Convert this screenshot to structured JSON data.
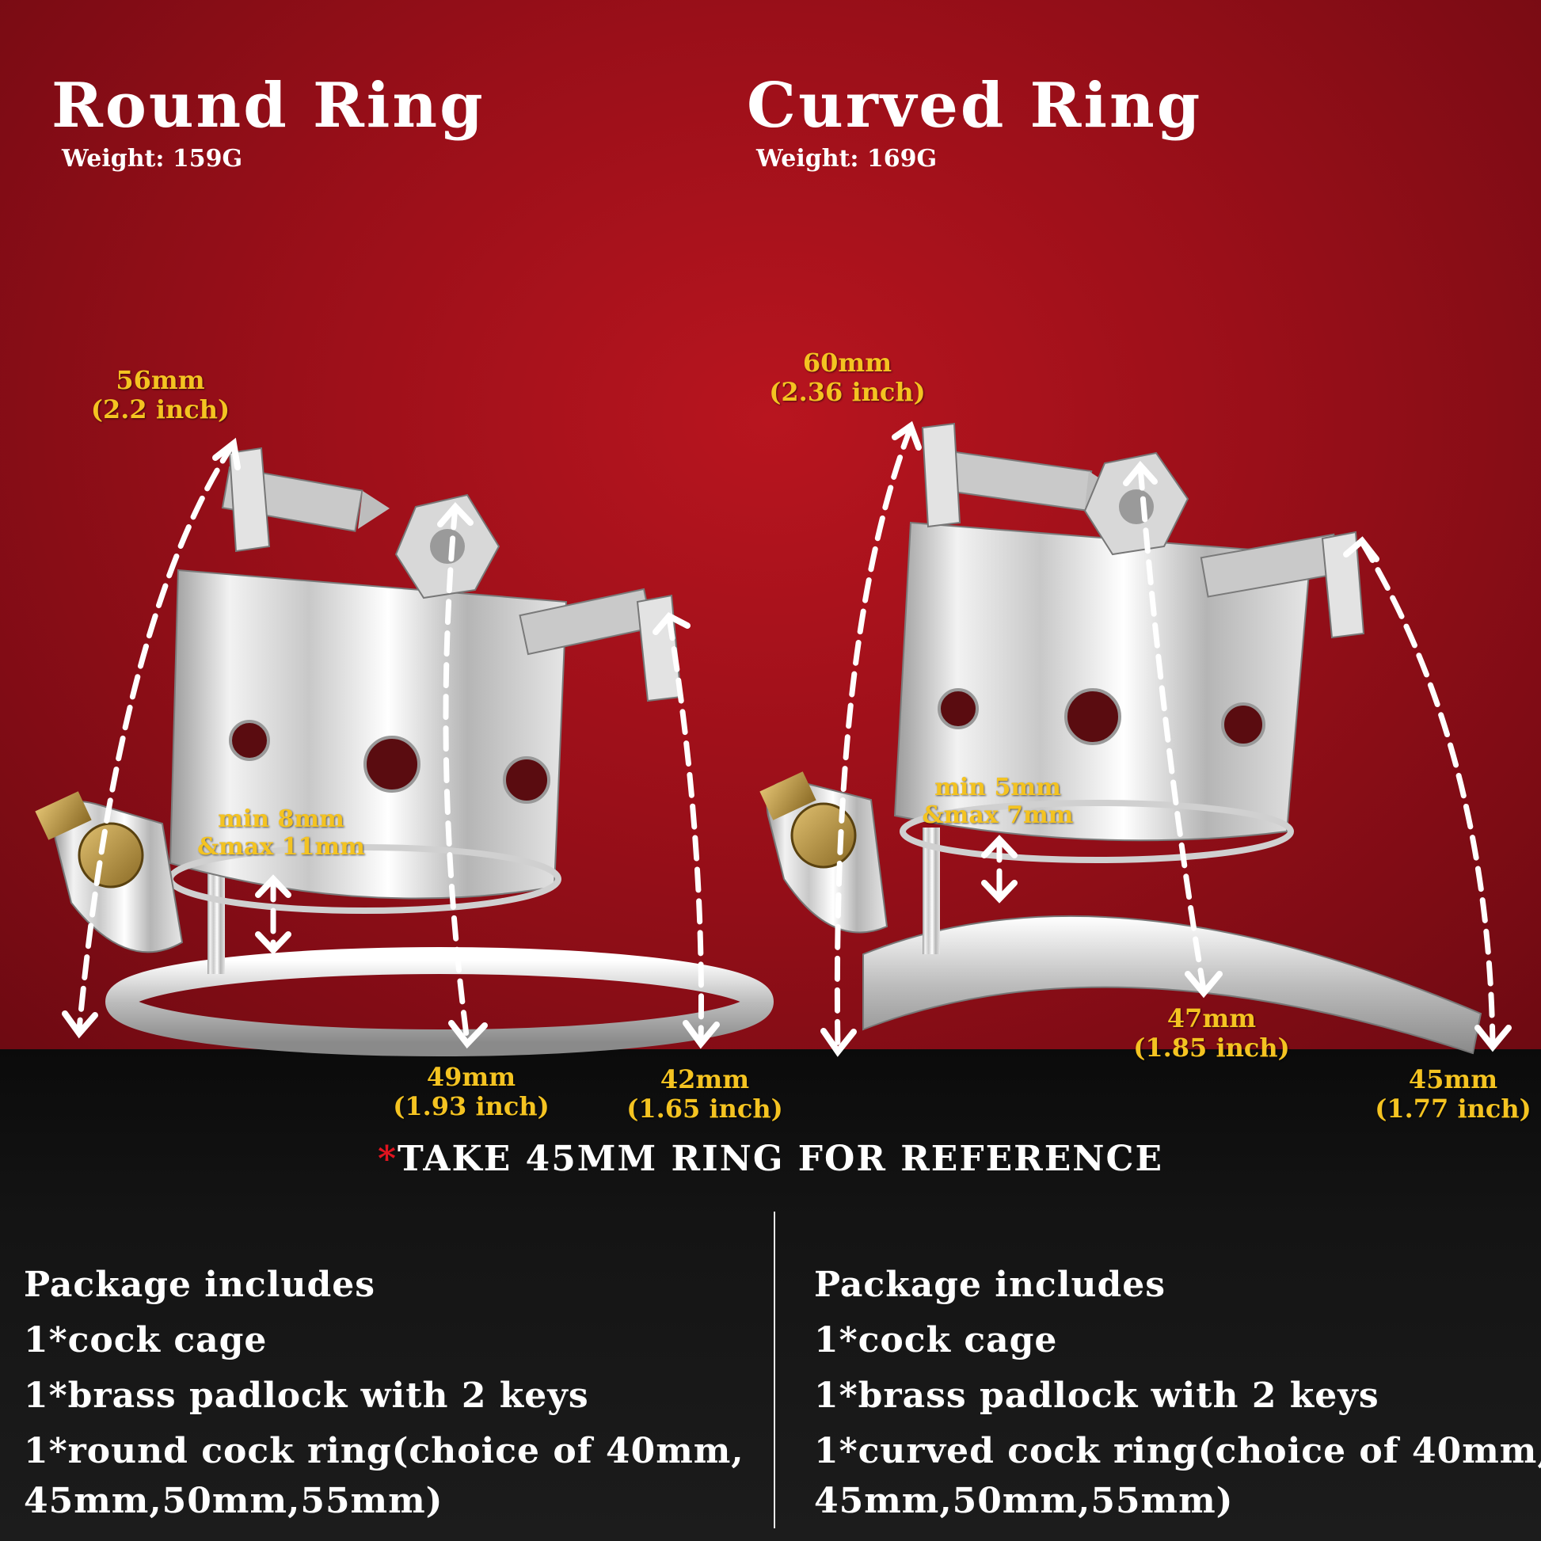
{
  "colors": {
    "background_red": "#a3111b",
    "annotation_yellow": "#f4c321",
    "asterisk_red": "#e0141f",
    "text_white": "#ffffff"
  },
  "left": {
    "title": "Round Ring",
    "weight": "Weight:  159G",
    "dims": {
      "height": "56mm",
      "height_inch": "(2.2 inch)",
      "gap_min": "min 8mm",
      "gap_max": "&max 11mm",
      "middle": "49mm",
      "middle_inch": "(1.93 inch)",
      "front": "42mm",
      "front_inch": "(1.65 inch)"
    },
    "package": {
      "heading": "Package includes",
      "items": [
        "1*cock cage",
        "1*brass padlock with 2 keys",
        "1*round cock ring(choice of 40mm,",
        "45mm,50mm,55mm)"
      ]
    }
  },
  "right": {
    "title": "Curved Ring",
    "weight": "Weight:  169G",
    "dims": {
      "height": "60mm",
      "height_inch": "(2.36 inch)",
      "gap_min": "min 5mm",
      "gap_max": "&max 7mm",
      "middle": "47mm",
      "middle_inch": "(1.85 inch)",
      "front": "45mm",
      "front_inch": "(1.77 inch)"
    },
    "package": {
      "heading": "Package includes",
      "items": [
        "1*cock cage",
        "1*brass padlock with 2 keys",
        "1*curved cock ring(choice of 40mm,",
        "45mm,50mm,55mm)"
      ]
    }
  },
  "reference": {
    "asterisk": "*",
    "text": "TAKE 45MM RING FOR REFERENCE"
  }
}
